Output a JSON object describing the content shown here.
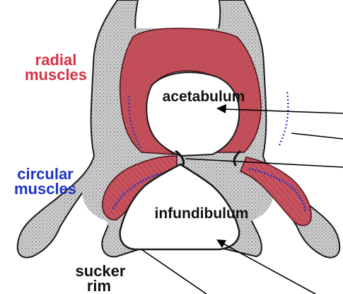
{
  "diagram": {
    "labels": {
      "radial_muscles": [
        "radial",
        "muscles"
      ],
      "circular_muscles": [
        "circular",
        "muscles"
      ],
      "acetabulum": "acetabulum",
      "infundibulum": "infundibulum",
      "sucker_rim": [
        "sucker",
        "rim"
      ]
    },
    "colors": {
      "radial_label": "#d93045",
      "circular_label": "#1f33c8",
      "muscle_fill": "#c8535e",
      "muscle_hatch": "#7a1f2a",
      "circular_fibers": "#1f33c8",
      "tissue_fill": "#c9c9c9",
      "tissue_dots": "#7d7d7d",
      "outline": "#1a1a1a",
      "leader_lines": "#000000"
    }
  }
}
